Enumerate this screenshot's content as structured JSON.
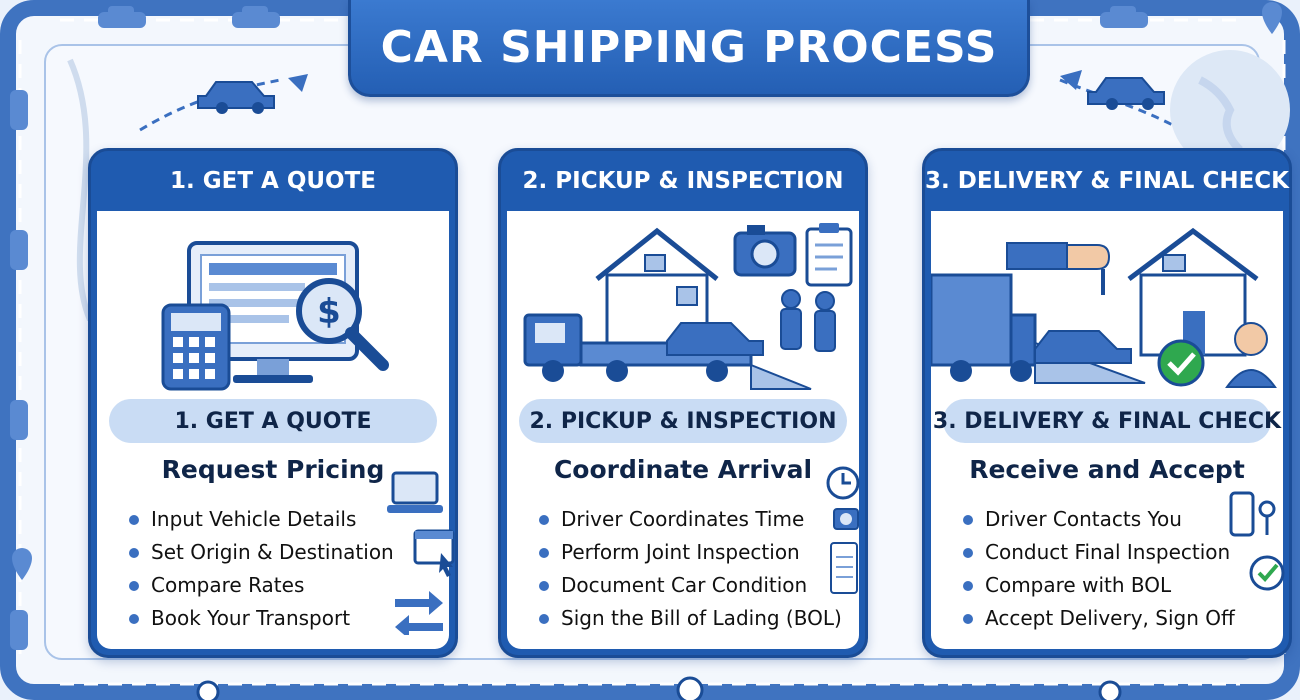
{
  "title": "CAR SHIPPING PROCESS",
  "steps": [
    {
      "header": "1. GET A QUOTE",
      "pill": "1. GET A QUOTE",
      "subtitle": "Request Pricing",
      "bullets": [
        "Input Vehicle Details",
        "Set Origin & Destination",
        "Compare Rates",
        "Book Your Transport"
      ],
      "icons": [
        "monitor-icon",
        "calculator-icon",
        "magnifier-dollar-icon",
        "laptop-icon",
        "browser-cursor-icon",
        "swap-arrows-icon"
      ]
    },
    {
      "header": "2. PICKUP & INSPECTION",
      "pill": "2. PICKUP & INSPECTION",
      "subtitle": "Coordinate Arrival",
      "bullets": [
        "Driver Coordinates Time",
        "Perform Joint Inspection",
        "Document Car Condition",
        "Sign the Bill of Lading (BOL)"
      ],
      "icons": [
        "tow-truck-icon",
        "house-icon",
        "camera-icon",
        "clipboard-icon",
        "clock-icon"
      ]
    },
    {
      "header": "3. DELIVERY & FINAL CHECK",
      "pill": "3. DELIVERY & FINAL CHECK",
      "subtitle": "Receive and Accept",
      "bullets": [
        "Driver Contacts You",
        "Conduct Final Inspection",
        "Compare with BOL",
        "Accept Delivery, Sign Off"
      ],
      "icons": [
        "truck-icon",
        "hand-key-icon",
        "house-icon",
        "check-icon",
        "person-icon",
        "phone-icon",
        "keys-icon"
      ]
    }
  ],
  "colors": {
    "primary": "#2563b8",
    "dark": "#1a4c96",
    "light": "#c9dcf4",
    "frame": "#3f73c0",
    "check": "#2fa84f"
  }
}
